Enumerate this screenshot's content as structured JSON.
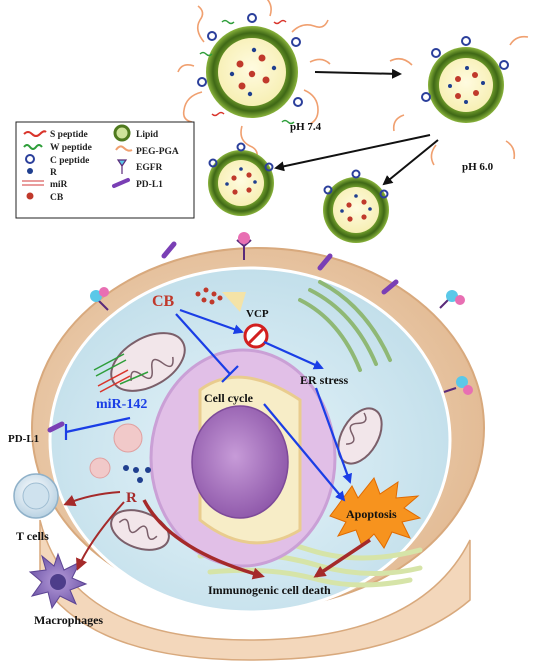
{
  "legend": {
    "items": [
      {
        "key": "s_peptide",
        "label": "S peptide"
      },
      {
        "key": "w_peptide",
        "label": "W peptide"
      },
      {
        "key": "c_peptide",
        "label": "C peptide"
      },
      {
        "key": "r",
        "label": "R"
      },
      {
        "key": "mir",
        "label": "miR"
      },
      {
        "key": "cb",
        "label": "CB"
      },
      {
        "key": "lipid",
        "label": "Lipid"
      },
      {
        "key": "peg_pga",
        "label": "PEG-PGA"
      },
      {
        "key": "egfr",
        "label": "EGFR"
      },
      {
        "key": "pd_l1",
        "label": "PD-L1"
      }
    ]
  },
  "labels": {
    "ph_74": "pH 7.4",
    "ph_60": "pH 6.0",
    "cb": "CB",
    "vcp": "VCP",
    "er_stress": "ER stress",
    "mir_142": "miR-142",
    "cell_cycle": "Cell cycle",
    "pd_l1": "PD-L1",
    "r": "R",
    "t_cells": "T  cells",
    "apoptosis": "Apoptosis",
    "macrophages": "Macrophages",
    "immunogenic": "Immunogenic cell death"
  },
  "colors": {
    "lipid_green": "#4f7a1e",
    "core_yellow": "#fbf6c6",
    "cb_red": "#c0392b",
    "r_blue": "#1f3f8f",
    "arrow_blue": "#1a3ee6",
    "arrow_red": "#a52a2a",
    "pd_l1_purple": "#7a3fb5",
    "cytoplasm": "#d6ecf5",
    "membrane": "#efd1b1",
    "nucleus": "#b47fc6",
    "apoptosis_orange": "#f7931e",
    "mir142_blue": "#1a3ee6"
  }
}
